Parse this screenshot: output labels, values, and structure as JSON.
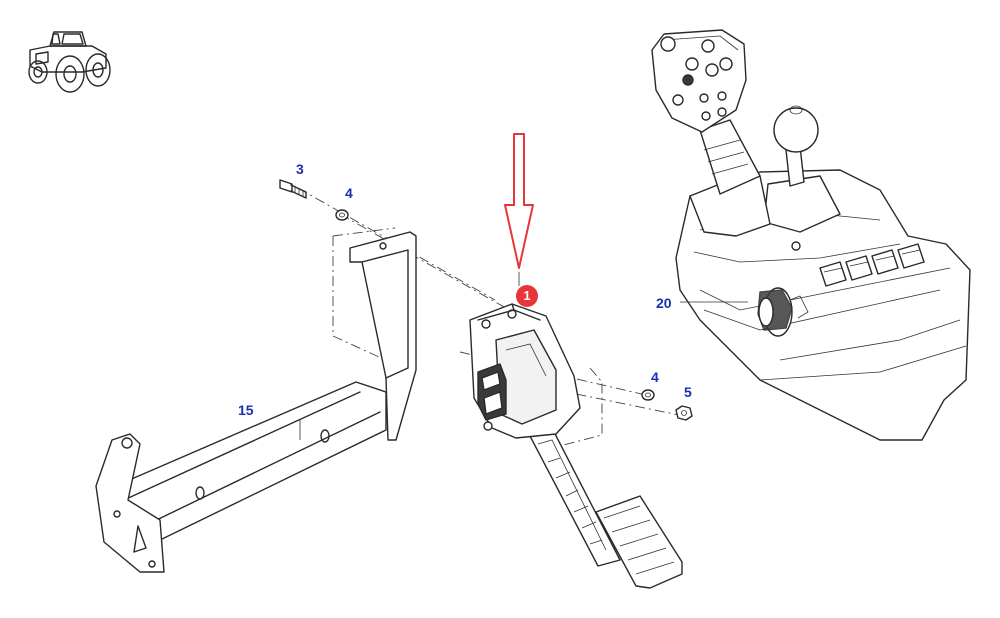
{
  "diagram": {
    "callouts": {
      "c1": "1",
      "c3": "3",
      "c4a": "4",
      "c4b": "4",
      "c5": "5",
      "c15": "15",
      "c20": "20"
    },
    "colors": {
      "callout_text": "#1c2fb0",
      "highlight": "#e8353a",
      "line": "#2a2a2a"
    },
    "icons": [
      "tractor-icon",
      "highlight-arrow-icon"
    ]
  }
}
